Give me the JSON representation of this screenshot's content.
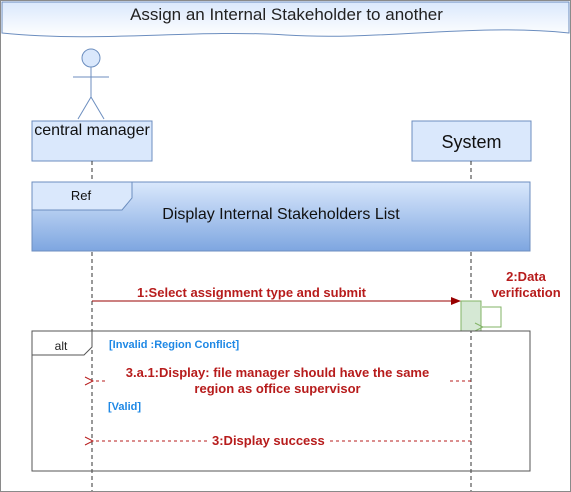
{
  "title": "Assign an Internal Stakeholder to another",
  "lifelines": {
    "actor": "central manager",
    "system": "System"
  },
  "ref_fragment": {
    "tag": "Ref",
    "text": "Display Internal Stakeholders List"
  },
  "alt_fragment": {
    "tag": "alt",
    "guard_invalid": "[Invalid :Region Conflict]",
    "guard_valid": "[Valid]"
  },
  "messages": {
    "m1": "1:Select assignment type and submit",
    "m2": "2:Data verification",
    "m3": "3.a.1:Display: file manager should have the same region as office supervisor",
    "m4": "3:Display success"
  },
  "colors": {
    "box_fill": "#dae8fc",
    "box_stroke": "#6c8ebf",
    "ref_gradient_end": "#7ea6e0",
    "message": "#b71c1c",
    "guard": "#1e88e5",
    "activation_fill": "#d5e8d4",
    "activation_stroke": "#82b366"
  }
}
